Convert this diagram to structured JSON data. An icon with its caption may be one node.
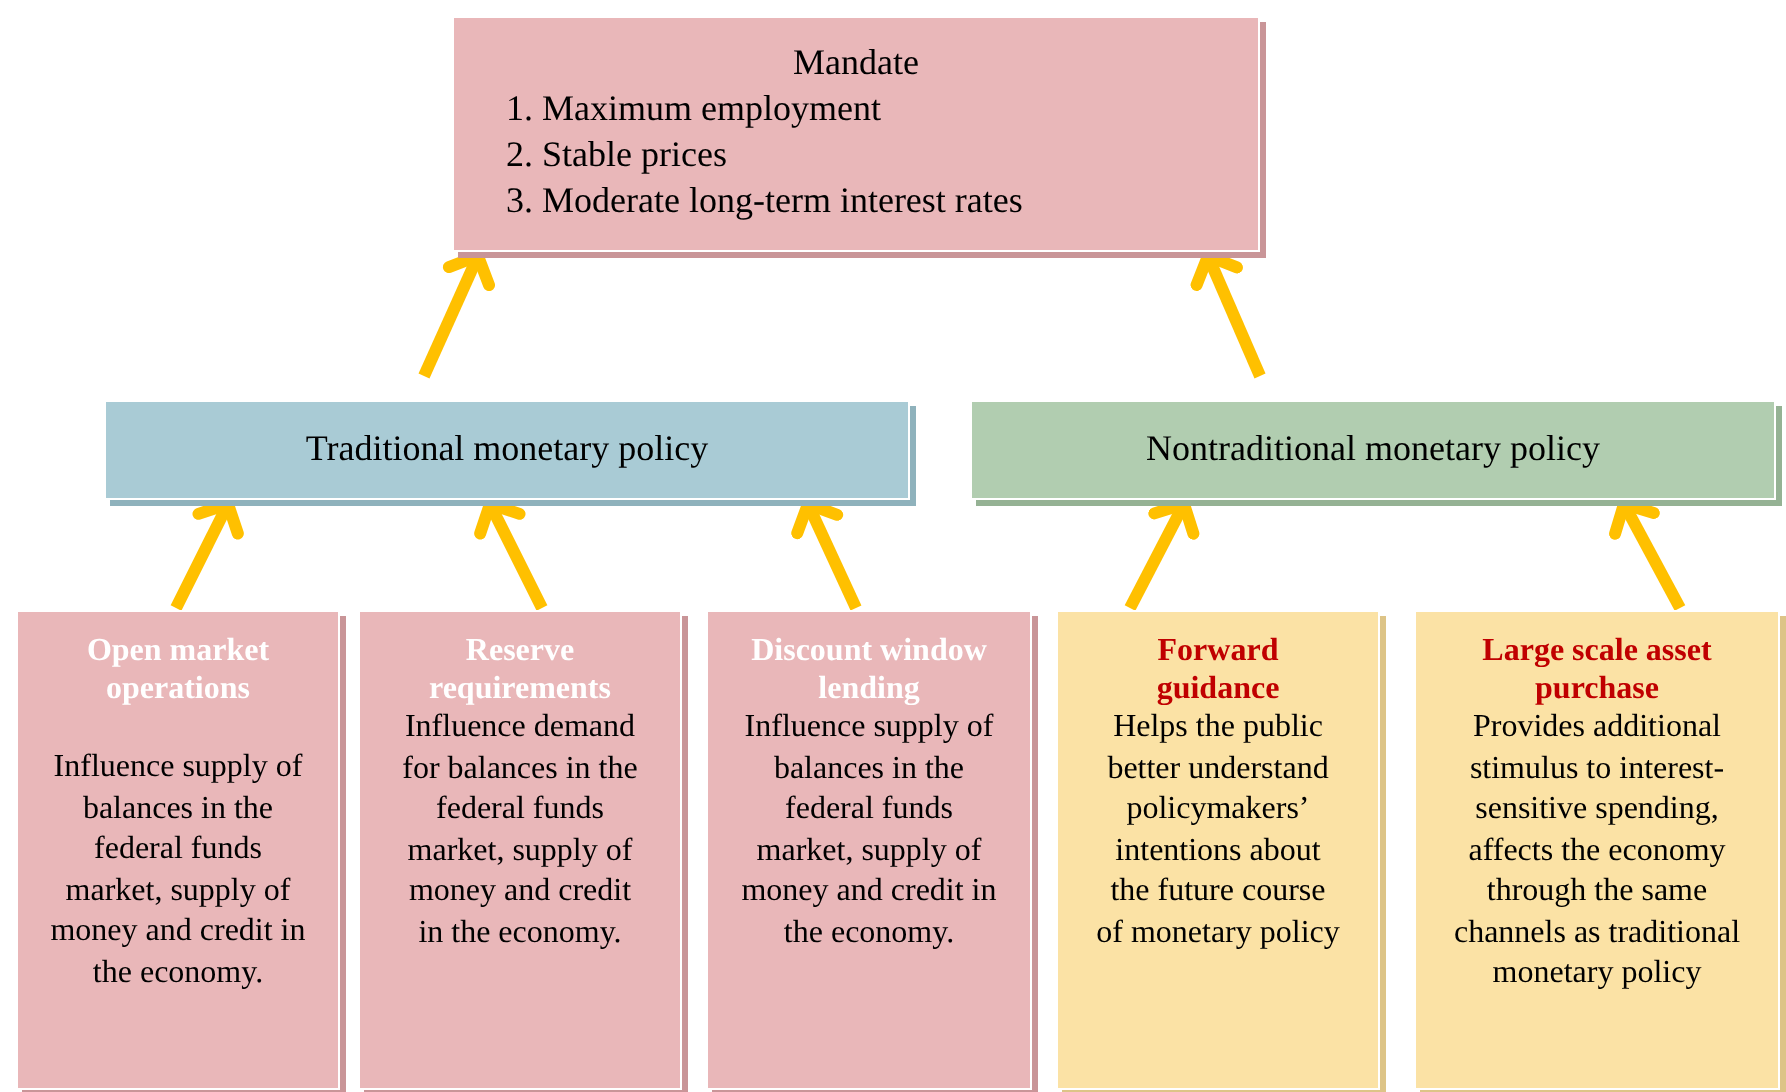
{
  "diagram": {
    "nodes": [
      {
        "text": [
          "Mandate",
          "1. Maximum employment",
          "2. Stable prices",
          "3. Moderate long-term interest rates"
        ]
      },
      {
        "text": [
          "Traditional monetary policy"
        ]
      },
      {
        "text": [
          "Nontraditional monetary policy"
        ]
      },
      {
        "text": [
          "Open market operations",
          "Influence supply of balances in the federal funds market, supply of money and credit in the economy."
        ]
      },
      {
        "text": [
          "Reserve requirements",
          "Influence demand for balances in the federal funds market, supply of money and credit in the economy."
        ]
      },
      {
        "text": [
          "Discount window lending",
          "Influence supply of balances in the federal funds market, supply of money and credit in the economy."
        ]
      },
      {
        "text": [
          "Forward guidance",
          "Helps the public better understand policymakers’ intentions about the future course of monetary policy"
        ]
      },
      {
        "text": [
          "Large scale asset purchase",
          "Provides additional stimulus to interest-sensitive spending, affects the economy through the same channels as traditional monetary policy"
        ]
      }
    ],
    "edges": [
      {
        "from": 1,
        "to": 0,
        "arrow": "to"
      },
      {
        "from": 2,
        "to": 0,
        "arrow": "to"
      },
      {
        "from": 3,
        "to": 1,
        "arrow": "to"
      },
      {
        "from": 4,
        "to": 1,
        "arrow": "to"
      },
      {
        "from": 5,
        "to": 1,
        "arrow": "to"
      },
      {
        "from": 6,
        "to": 2,
        "arrow": "to"
      },
      {
        "from": 7,
        "to": 2,
        "arrow": "to"
      }
    ]
  }
}
